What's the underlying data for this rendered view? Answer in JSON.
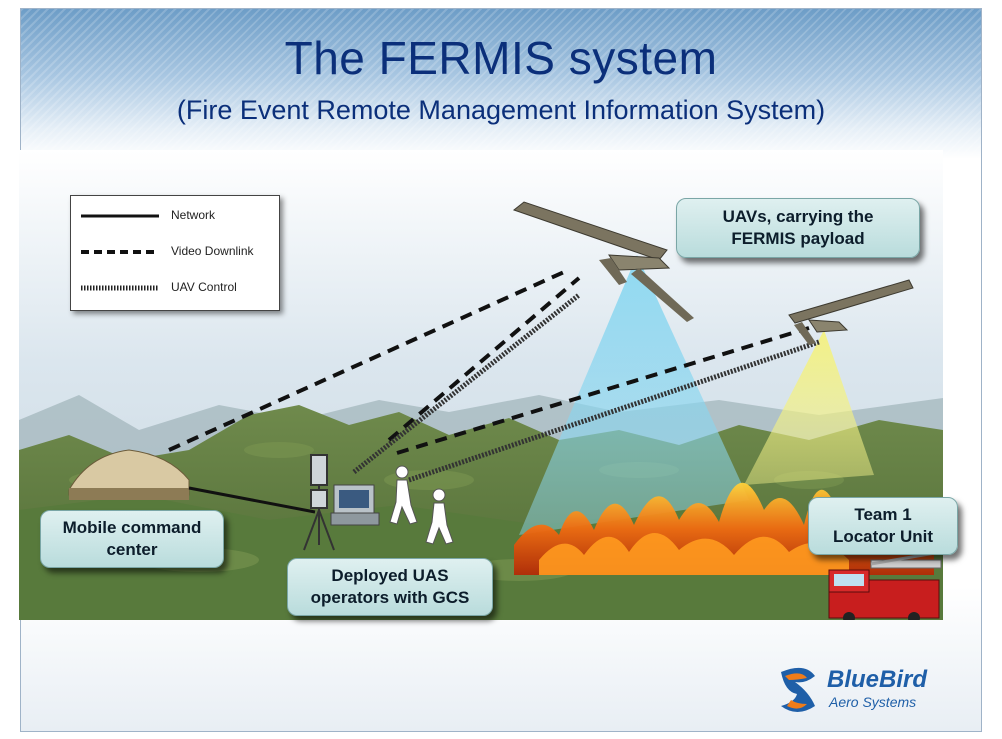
{
  "title": "The FERMIS system",
  "subtitle": "(Fire Event Remote Management Information System)",
  "legend": {
    "items": [
      {
        "label": "Network",
        "style": "solid"
      },
      {
        "label": "Video Downlink",
        "style": "dashed"
      },
      {
        "label": "UAV Control",
        "style": "dotted"
      }
    ]
  },
  "callouts": {
    "uavs": "UAVs, carrying the\nFERMIS payload",
    "command": "Mobile command\ncenter",
    "operators": "Deployed UAS\noperators with GCS",
    "team": "Team 1\nLocator Unit"
  },
  "logo": {
    "name": "BlueBird",
    "sub": "Aero Systems"
  },
  "colors": {
    "title": "#0b2f7a",
    "callout_fill": "#c8e6e6",
    "brand_blue": "#1f5fa8",
    "brand_orange": "#f07c1a",
    "cone_blue": "#8fd8f0",
    "cone_yellow": "#f2f08a",
    "fire": "#f06a10"
  }
}
